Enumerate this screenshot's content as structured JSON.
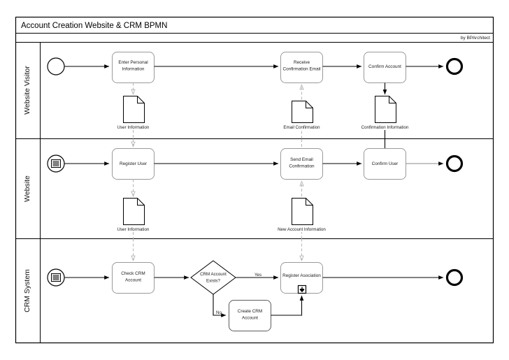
{
  "diagram": {
    "title": "Account Creation Website & CRM BPMN",
    "credit": "by BPArchitect",
    "colors": {
      "stroke": "#000000",
      "task_stroke": "#9a9a9a",
      "association": "#b5b5b5",
      "background": "#ffffff"
    },
    "lanes": [
      {
        "id": "lane-website-visitor",
        "label": "Website Visitor"
      },
      {
        "id": "lane-website",
        "label": "Website"
      },
      {
        "id": "lane-crm-system",
        "label": "CRM System"
      }
    ],
    "tasks": [
      {
        "id": "task-enter-personal-information",
        "label_line1": "Enter Personal",
        "label_line2": "Information",
        "lane": "Website Visitor"
      },
      {
        "id": "task-receive-confirmation-email",
        "label_line1": "Receive",
        "label_line2": "Confirmation Email",
        "lane": "Website Visitor"
      },
      {
        "id": "task-confirm-account",
        "label_line1": "Confirm Account",
        "label_line2": "",
        "lane": "Website Visitor"
      },
      {
        "id": "task-register-user",
        "label_line1": "Register User",
        "label_line2": "",
        "lane": "Website"
      },
      {
        "id": "task-send-email-confirmation",
        "label_line1": "Send Email",
        "label_line2": "Confirmation",
        "lane": "Website"
      },
      {
        "id": "task-confirm-user",
        "label_line1": "Confirm User",
        "label_line2": "",
        "lane": "Website"
      },
      {
        "id": "task-check-crm-account",
        "label_line1": "Check CRM",
        "label_line2": "Account",
        "lane": "CRM System"
      },
      {
        "id": "task-register-asociation",
        "label_line1": "Register Asociation",
        "label_line2": "",
        "lane": "CRM System",
        "marker": "receive-arrow-marker"
      },
      {
        "id": "task-create-crm-account",
        "label_line1": "Create CRM",
        "label_line2": "Account",
        "lane": "CRM System"
      }
    ],
    "gateways": [
      {
        "id": "gateway-crm-account-exists",
        "label_line1": "CRM Account",
        "label_line2": "Exists?",
        "lane": "CRM System",
        "type": "exclusive"
      }
    ],
    "data_objects": [
      {
        "id": "data-user-information-visitor",
        "label": "User Information",
        "lane": "Website Visitor"
      },
      {
        "id": "data-email-confirmation",
        "label": "Email Confirmation",
        "lane": "Website Visitor"
      },
      {
        "id": "data-confirmation-information",
        "label": "Confirmation Information",
        "lane": "Website Visitor"
      },
      {
        "id": "data-user-information-website",
        "label": "User Information",
        "lane": "Website"
      },
      {
        "id": "data-new-account-information",
        "label": "New Account Information",
        "lane": "Website"
      }
    ],
    "events": [
      {
        "id": "start-event-website-visitor",
        "type": "start-none",
        "lane": "Website Visitor"
      },
      {
        "id": "end-event-website-visitor",
        "type": "end-none",
        "lane": "Website Visitor"
      },
      {
        "id": "start-event-website",
        "type": "start-message",
        "lane": "Website"
      },
      {
        "id": "end-event-website",
        "type": "end-none",
        "lane": "Website"
      },
      {
        "id": "start-event-crm-system",
        "type": "start-message",
        "lane": "CRM System"
      },
      {
        "id": "end-event-crm-system",
        "type": "end-none",
        "lane": "CRM System"
      }
    ],
    "flow_labels": {
      "yes": "Yes",
      "no": "No"
    }
  }
}
